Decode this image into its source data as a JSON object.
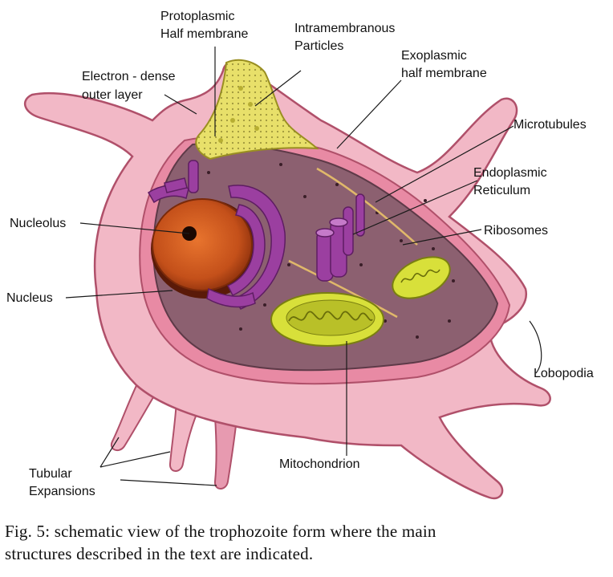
{
  "labels": {
    "protoplasmic_line1": "Protoplasmic",
    "protoplasmic_line2": "Half membrane",
    "intramembranous_line1": "Intramembranous",
    "intramembranous_line2": "Particles",
    "exoplasmic_line1": "Exoplasmic",
    "exoplasmic_line2": "half membrane",
    "electron_line1": "Electron - dense",
    "electron_line2": "outer layer",
    "microtubules": "Microtubules",
    "er_line1": "Endoplasmic",
    "er_line2": "Reticulum",
    "ribosomes": "Ribosomes",
    "nucleolus": "Nucleolus",
    "nucleus": "Nucleus",
    "lobopodia": "Lobopodia",
    "mitochondrion": "Mitochondrion",
    "tubular_line1": "Tubular",
    "tubular_line2": "Expansions"
  },
  "caption": {
    "line1": "Fig. 5: schematic view of the trophozoite form where the main",
    "line2": "structures described in the text are indicated."
  },
  "colors": {
    "outer_layer": "#f2b8c6",
    "outer_outline": "#b0506a",
    "cytoplasm": "#8c6070",
    "yellow_membrane": "#e8e06a",
    "nucleus": "#d2581e",
    "golgi_purple": "#9b3fa0",
    "mitochondrion": "#d8e03a"
  }
}
